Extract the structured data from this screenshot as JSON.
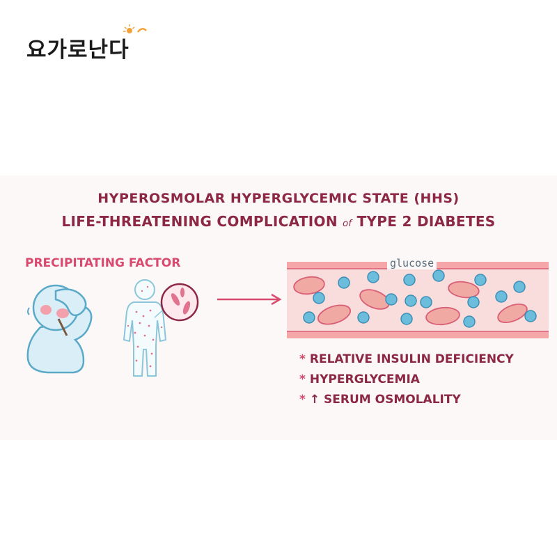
{
  "logo": {
    "text": "요가로난다"
  },
  "title": {
    "line1": "HYPEROSMOLAR HYPERGLYCEMIC STATE (HHS)",
    "line2_a": "LIFE-THREATENING COMPLICATION",
    "line2_of": "of",
    "line2_b": "TYPE 2 DIABETES"
  },
  "factor_label": "PRECIPITATING FACTOR",
  "vessel": {
    "glucose_label": "glucose"
  },
  "bullets": [
    {
      "star": "*",
      "text": "RELATIVE INSULIN DEFICIENCY"
    },
    {
      "star": "*",
      "text": "HYPERGLYCEMIA"
    },
    {
      "star": "*",
      "text": "↑ SERUM OSMOLALITY"
    }
  ],
  "colors": {
    "title": "#8c2846",
    "accent": "#d84a6e",
    "vessel": "#f7c6c6",
    "glucose": "#5fb6d8",
    "rbc": "#e98a8a"
  }
}
